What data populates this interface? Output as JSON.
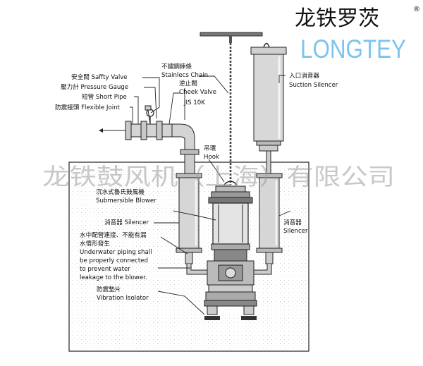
{
  "brand": {
    "name_cn": "龙铁罗茨",
    "registered_mark": "®",
    "name_en": "LONGTEY",
    "watermark": "龙铁鼓风机（上海）有限公司"
  },
  "labels": {
    "safety_valve": "安全閥 Saffty Valve",
    "pressure_gauge": "壓力計 Pressure Gauge",
    "short_pipe": "短管 Short Pipe",
    "flexible_joint": "防震接頭 Flexible Joint",
    "stainless_chain_cn": "不鏽鋼鍊條",
    "stainless_chain_en": "Stainlecs Chain",
    "check_valve_cn": "逆止閥",
    "check_valve_en": "Cheek Valve",
    "jis": "JIS 10K",
    "suction_silencer_cn": "入口消音器",
    "suction_silencer_en": "Suction Silencer",
    "hook_cn": "吊環",
    "hook_en": "Hook",
    "blower_cn": "沉水式魯氏鼓風機",
    "blower_en": "Submersible Blower",
    "silencer_left": "消音器 Silencer",
    "silencer_right_cn": "消音器",
    "silencer_right_en": "Silencer",
    "piping_note_cn_1": "水中配管連接、不能有漏",
    "piping_note_cn_2": "水情形發生",
    "piping_note_en_1": "Underwater piping shall",
    "piping_note_en_2": "be properly connected",
    "piping_note_en_3": "to prevent water",
    "piping_note_en_4": "leakage to the blower.",
    "isolator_cn": "防震墊片",
    "isolator_en": "Vibration Isolator"
  }
}
